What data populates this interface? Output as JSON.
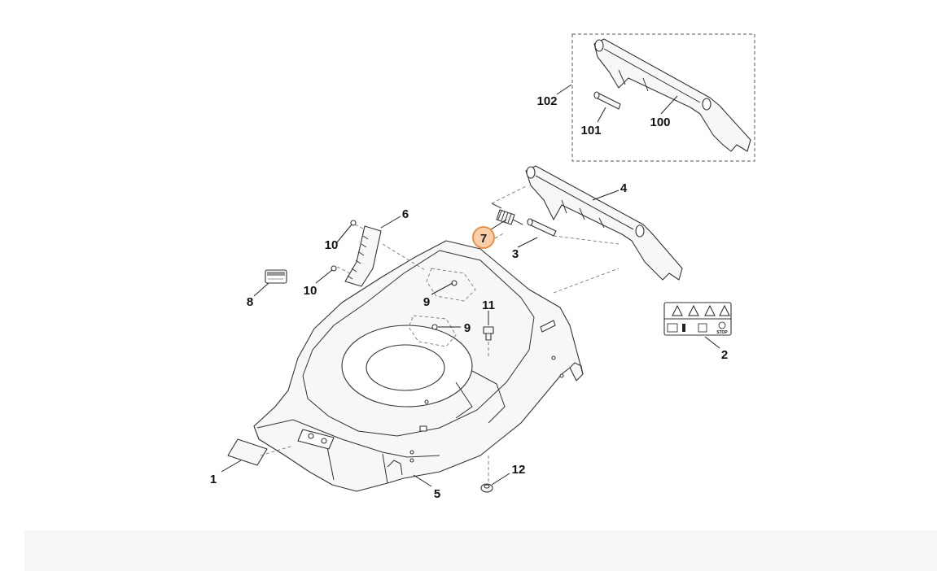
{
  "callouts": [
    {
      "id": "c1",
      "label": "1"
    },
    {
      "id": "c2",
      "label": "2"
    },
    {
      "id": "c3",
      "label": "3"
    },
    {
      "id": "c4",
      "label": "4"
    },
    {
      "id": "c5",
      "label": "5"
    },
    {
      "id": "c6",
      "label": "6"
    },
    {
      "id": "c7",
      "label": "7",
      "highlighted": true
    },
    {
      "id": "c8",
      "label": "8"
    },
    {
      "id": "c9a",
      "label": "9"
    },
    {
      "id": "c9b",
      "label": "9"
    },
    {
      "id": "c10a",
      "label": "10"
    },
    {
      "id": "c10b",
      "label": "10"
    },
    {
      "id": "c11",
      "label": "11"
    },
    {
      "id": "c12",
      "label": "12"
    },
    {
      "id": "c100",
      "label": "100"
    },
    {
      "id": "c101",
      "label": "101"
    },
    {
      "id": "c102",
      "label": "102"
    }
  ],
  "warning_label": {
    "stop_text": "STOP"
  },
  "colors": {
    "highlight_fill": "#f8cfa8",
    "highlight_stroke": "#e8883a",
    "line": "#333333"
  }
}
